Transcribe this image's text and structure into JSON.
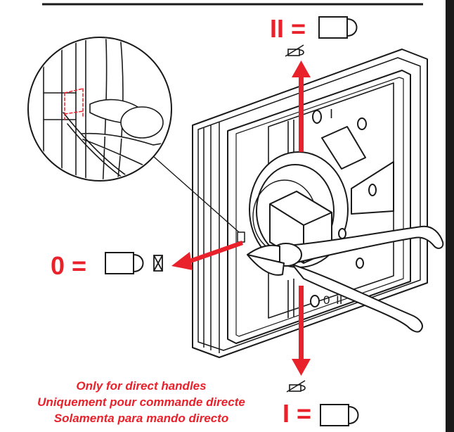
{
  "positions": {
    "position_ii": {
      "symbol": "II =",
      "icon": "padlock-icon"
    },
    "position_zero": {
      "symbol": "0 =",
      "icon": "padlock-icon",
      "extra_icon": "crossed-box-icon"
    },
    "position_i": {
      "symbol": "I =",
      "icon": "padlock-icon"
    }
  },
  "caption": [
    "Only for direct handles",
    "Uniquement pour commande directe",
    "Solamenta para mando directo"
  ],
  "colors": {
    "accent": "#e8212b",
    "line": "#1a1a1a",
    "side_bar": "#1a1a1a"
  }
}
